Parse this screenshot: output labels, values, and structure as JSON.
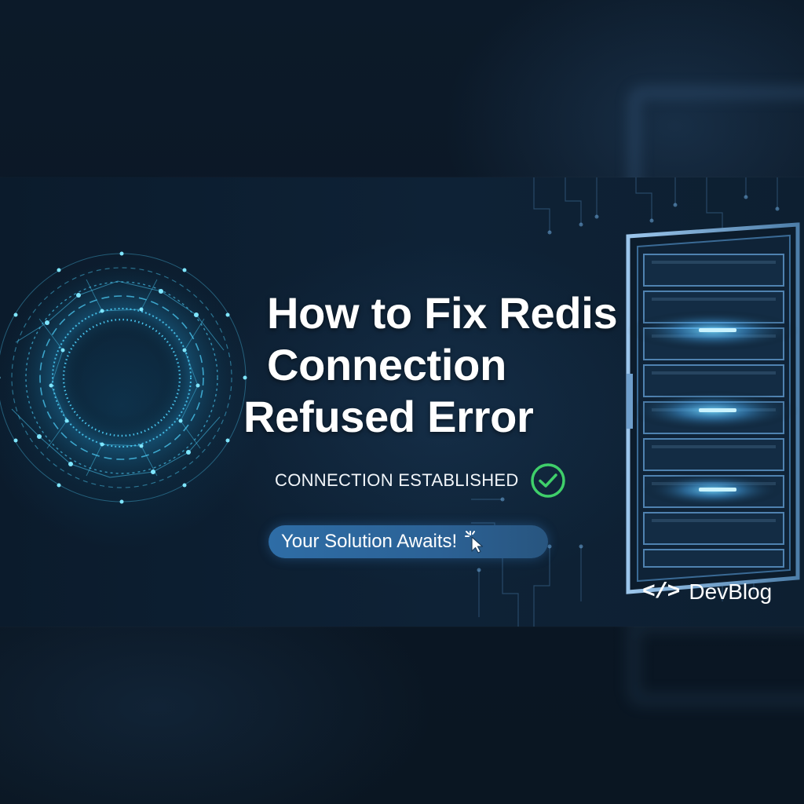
{
  "banner": {
    "headline": {
      "line1": "How to Fix Redis",
      "line2": "Connection",
      "line3": "Refused Error"
    },
    "status": {
      "text": "CONNECTION ESTABLISHED",
      "icon": "check-circle-icon",
      "color": "#3fcf6a"
    },
    "cta": {
      "label": "Your Solution Awaits!",
      "icon": "pointer-click-icon"
    },
    "brand": {
      "icon": "</>",
      "name": "DevBlog"
    },
    "illustrations": {
      "left": "network-ring-icon",
      "right": "server-rack-icon"
    }
  },
  "colors": {
    "background": "#0a1622",
    "accent": "#2e6da6",
    "glow": "#4fd4ff",
    "success": "#3fcf6a"
  }
}
